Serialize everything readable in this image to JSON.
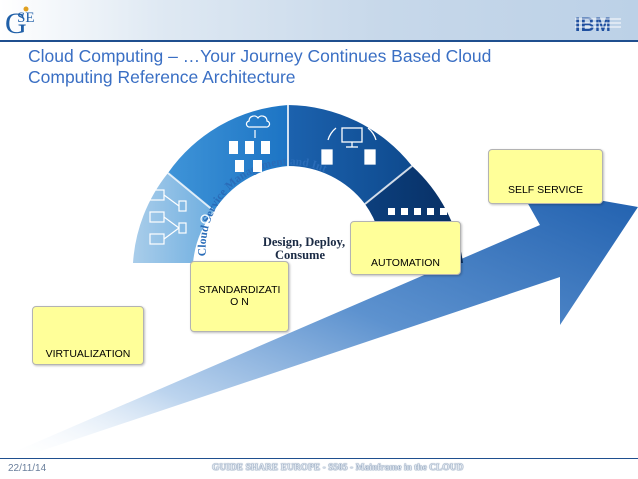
{
  "header": {
    "logo_left_text": "SE",
    "logo_left_letter": "G",
    "logo_right_text": "IBM"
  },
  "slide": {
    "title_line1": "Cloud Computing – …Your Journey Continues Based Cloud",
    "title_line2": "Computing Reference Architecture"
  },
  "diagram": {
    "arc_label": "Cloud Service Management and Int",
    "hub_line1": "Design, Deploy,",
    "hub_line2": "Consume",
    "icons": [
      "workflow-icon",
      "cloud-servers-icon",
      "monitor-buildings-icon",
      "services-icons-row"
    ]
  },
  "notes": {
    "self_service": "SELF SERVICE",
    "automation": "AUTOMATION",
    "standardization": "STANDARDIZATIO N",
    "virtualization": "VIRTUALIZATION"
  },
  "footer": {
    "date": "22/11/14",
    "text": "GUIDE SHARE EUROPE - S505 - Mainframe in the CLOUD"
  },
  "colors": {
    "title": "#3a6fc4",
    "arrow": "#2d6ab3",
    "note_fill": "#ffff99",
    "header_rule": "#1f4f8f"
  }
}
